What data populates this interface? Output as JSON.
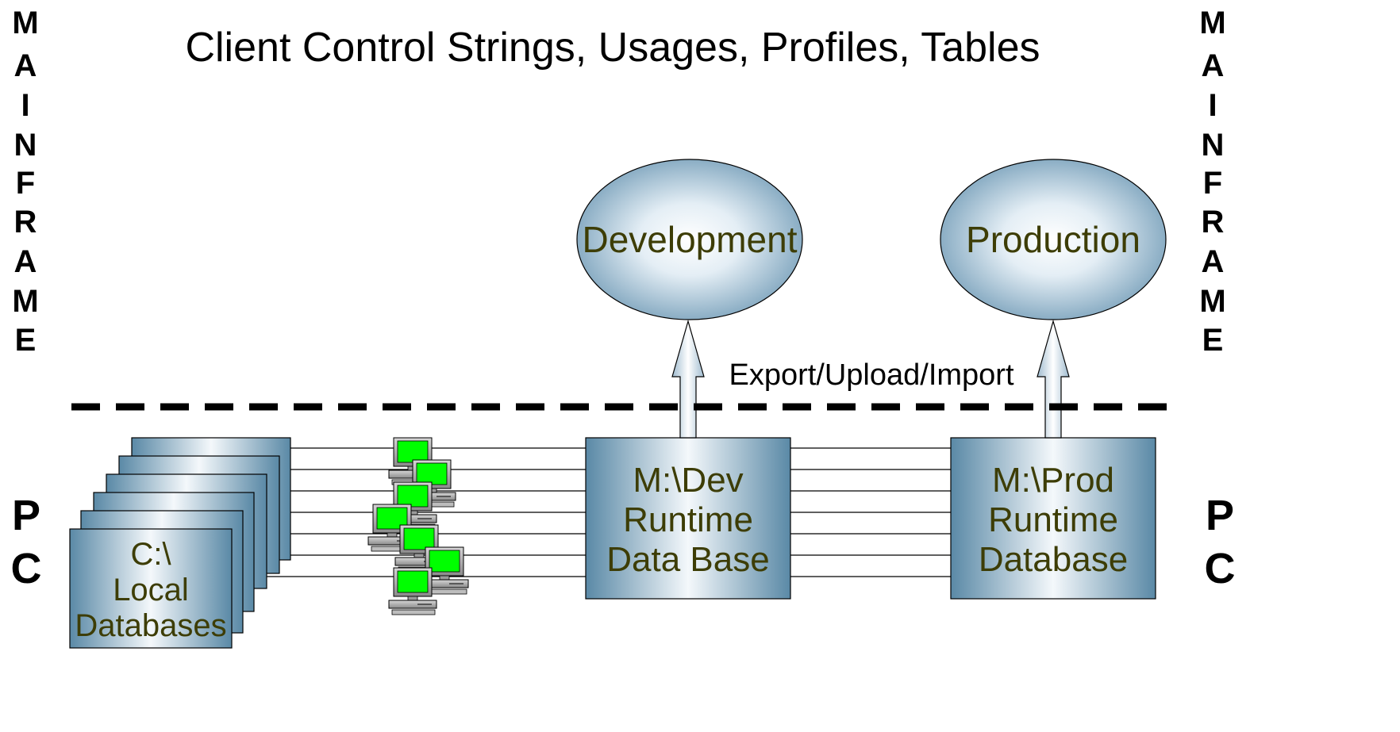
{
  "title": "Client Control Strings, Usages, Profiles, Tables",
  "left_side": {
    "top_letters": [
      "M",
      "A",
      "I",
      "N",
      "F",
      "R",
      "A",
      "M",
      "E"
    ],
    "bottom_letters": [
      "P",
      "C"
    ]
  },
  "right_side": {
    "top_letters": [
      "M",
      "A",
      "I",
      "N",
      "F",
      "R",
      "A",
      "M",
      "E"
    ],
    "bottom_letters": [
      "P",
      "C"
    ]
  },
  "ellipses": {
    "development": "Development",
    "production": "Production"
  },
  "export_label": "Export/Upload/Import",
  "dev_box": [
    "M:\\Dev",
    "Runtime",
    "Data Base"
  ],
  "prod_box": [
    "M:\\Prod",
    "Runtime",
    "Database"
  ],
  "local_stack": [
    "C:\\",
    "Local",
    "Databases"
  ],
  "colors": {
    "box_dark": "#5a89a6",
    "box_light": "#f4f8fb",
    "ellipse_edge": "#7a9fb7",
    "screen_green": "#00ff00",
    "text_olive": "#3d3d06"
  }
}
